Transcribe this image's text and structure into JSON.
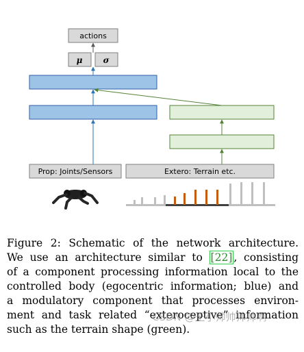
{
  "diagram": {
    "boxes": {
      "actions": "actions",
      "mu": "μ",
      "sigma": "σ",
      "prop": "Prop: Joints/Sensors",
      "extero": "Extero: Terrain etc."
    },
    "colors": {
      "gray_box": "#d9d9d9",
      "blue_box": "#9dc3e6",
      "blue_border": "#2e5fa8",
      "green_box": "#e2efda",
      "green_border": "#548235",
      "blue_arrow": "#2e75b6",
      "green_arrow": "#548235",
      "terrain_gray": "#bfbfbf",
      "terrain_orange": "#c55a11",
      "terrain_dark": "#404040"
    },
    "icons": [
      "robot-spider-icon"
    ]
  },
  "caption": {
    "lines": [
      "Figure 2: Schematic of the network architecture.",
      "We use an architecture similar to ",
      "of a component processing information local to the",
      "controlled body (egocentric information; blue) and",
      "a modulatory component that processes environ-",
      "ment and task related “exteroceptive” information",
      "such as the terrain shape (green)."
    ],
    "line2_ref": "[22]",
    "line2_tail": ", consisting"
  },
  "watermark": "CSDN @王小帅帅帅帅啊"
}
